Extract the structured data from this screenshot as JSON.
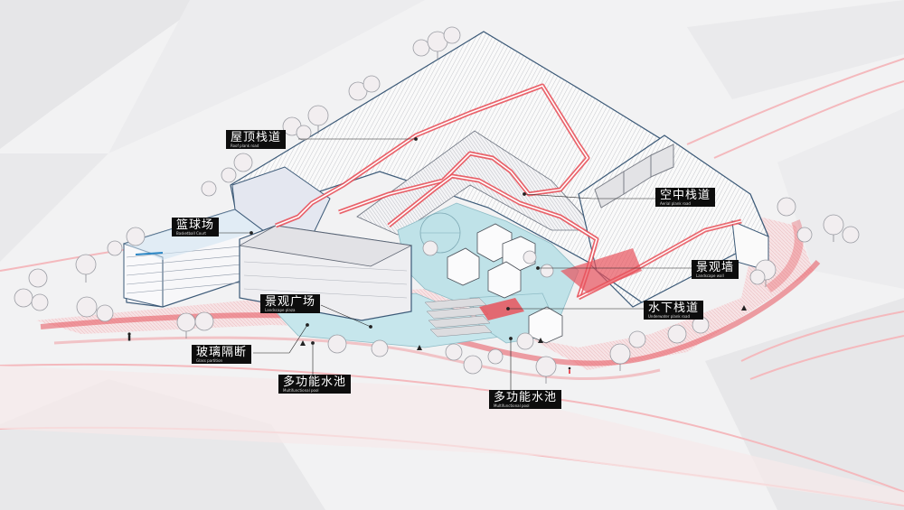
{
  "colors": {
    "background": "#f2f2f3",
    "road_edge": "#f4b9bd",
    "sidewalk": "#f7dfe1",
    "red_path": "#e8535c",
    "building_outline": "#3c5a78",
    "water": "#bfe2e8",
    "label_bg": "#0d0d0d"
  },
  "labels": [
    {
      "id": "roof-plank-road",
      "zh": "屋顶栈道",
      "en": "Roof plank road"
    },
    {
      "id": "basketball-court",
      "zh": "篮球场",
      "en": "Basketball Court"
    },
    {
      "id": "aerial-plank-road",
      "zh": "空中栈道",
      "en": "Aerial plank road"
    },
    {
      "id": "landscape-wall",
      "zh": "景观墙",
      "en": "Landscape wall"
    },
    {
      "id": "landscape-plaza",
      "zh": "景观广场",
      "en": "Landscape plaza"
    },
    {
      "id": "underwater-plank-road",
      "zh": "水下栈道",
      "en": "Underwater plank road"
    },
    {
      "id": "glass-partition",
      "zh": "玻璃隔断",
      "en": "Glass partition"
    },
    {
      "id": "multifunctional-pool-1",
      "zh": "多功能水池",
      "en": "Multifunctional pool"
    },
    {
      "id": "multifunctional-pool-2",
      "zh": "多功能水池",
      "en": "Multifunctional pool"
    }
  ]
}
